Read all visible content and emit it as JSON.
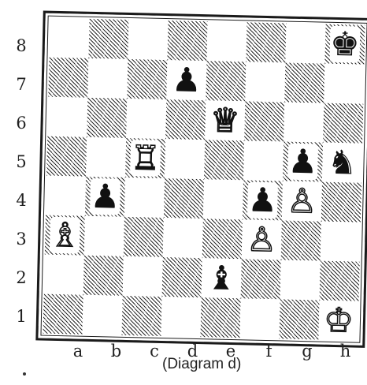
{
  "caption": "(Diagram d)",
  "ranks": [
    "8",
    "7",
    "6",
    "5",
    "4",
    "3",
    "2",
    "1"
  ],
  "files": [
    "a",
    "b",
    "c",
    "d",
    "e",
    "f",
    "g",
    "h"
  ],
  "pieces": [
    {
      "square": "h8",
      "color": "black",
      "type": "king",
      "glyph": "♚",
      "name": "black-king-icon"
    },
    {
      "square": "d7",
      "color": "black",
      "type": "pawn",
      "glyph": "♟",
      "name": "black-pawn-icon"
    },
    {
      "square": "e6",
      "color": "white",
      "type": "queen",
      "glyph": "♕",
      "name": "white-queen-icon"
    },
    {
      "square": "c5",
      "color": "white",
      "type": "rook",
      "glyph": "♖",
      "name": "white-rook-icon"
    },
    {
      "square": "g5",
      "color": "black",
      "type": "pawn",
      "glyph": "♟",
      "name": "black-pawn-icon"
    },
    {
      "square": "h5",
      "color": "black",
      "type": "knight",
      "glyph": "♞",
      "name": "black-knight-icon"
    },
    {
      "square": "b4",
      "color": "black",
      "type": "pawn",
      "glyph": "♟",
      "name": "black-pawn-icon"
    },
    {
      "square": "f4",
      "color": "black",
      "type": "pawn",
      "glyph": "♟",
      "name": "black-pawn-icon"
    },
    {
      "square": "g4",
      "color": "white",
      "type": "pawn",
      "glyph": "♙",
      "name": "white-pawn-icon"
    },
    {
      "square": "a3",
      "color": "white",
      "type": "bishop",
      "glyph": "♗",
      "name": "white-bishop-icon"
    },
    {
      "square": "f3",
      "color": "white",
      "type": "pawn",
      "glyph": "♙",
      "name": "white-pawn-icon"
    },
    {
      "square": "e2",
      "color": "black",
      "type": "bishop",
      "glyph": "♝",
      "name": "black-bishop-icon"
    },
    {
      "square": "h1",
      "color": "white",
      "type": "king",
      "glyph": "♔",
      "name": "white-king-icon"
    }
  ]
}
